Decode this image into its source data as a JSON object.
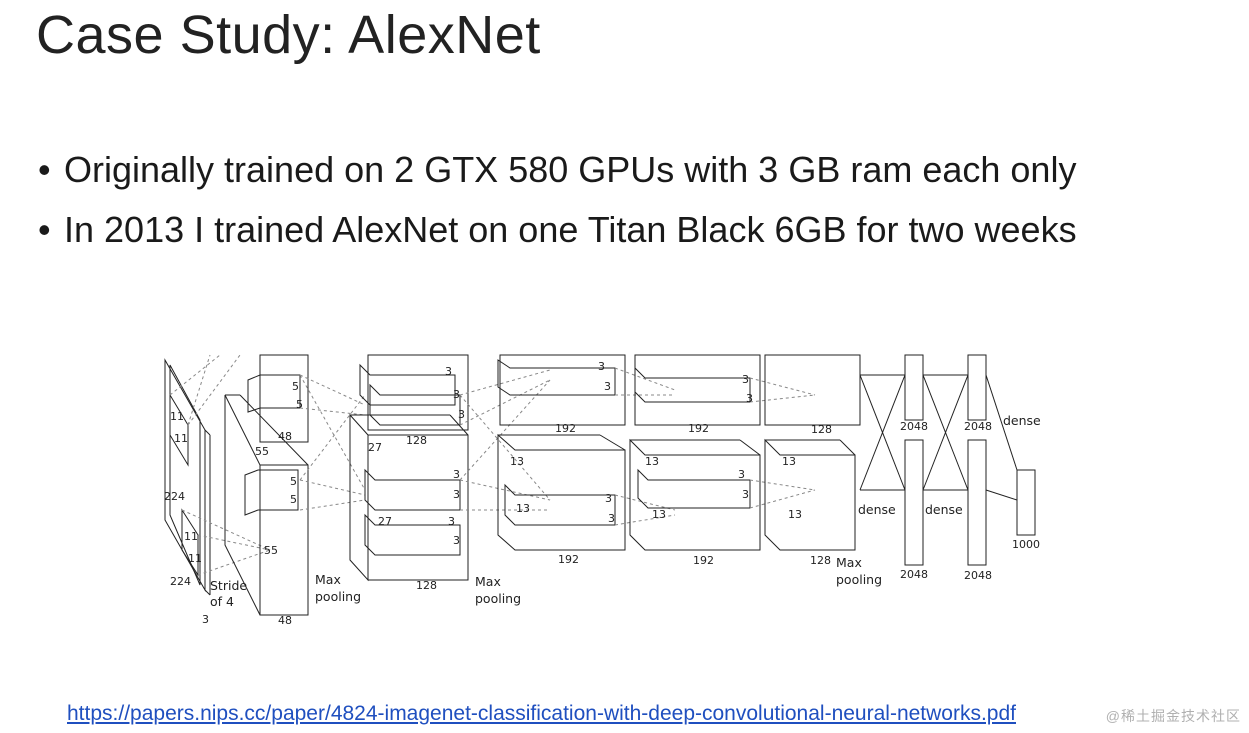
{
  "slide": {
    "title": "Case Study: AlexNet",
    "bullets": [
      "Originally trained on 2 GTX 580 GPUs with 3 GB ram each only",
      "In 2013 I trained AlexNet on one Titan Black 6GB for two weeks"
    ],
    "link": "https://papers.nips.cc/paper/4824-imagenet-classification-with-deep-convolutional-neural-networks.pdf",
    "watermark": "@稀土掘金技术社区"
  },
  "diagram": {
    "labels": {
      "input_size": "224",
      "input_size_bottom": "224",
      "input_channels": "3",
      "filter1": "11",
      "stride": "Stride",
      "stride_of": "of 4",
      "conv1_size": "55",
      "conv1_depth": "48",
      "k5": "5",
      "conv2_size": "27",
      "conv2_depth": "128",
      "k3": "3",
      "conv3_depth": "192",
      "conv_size13": "13",
      "conv5_depth": "128",
      "max_pooling": "Max",
      "pooling": "pooling",
      "dense": "dense",
      "fc": "2048",
      "output": "1000"
    }
  }
}
